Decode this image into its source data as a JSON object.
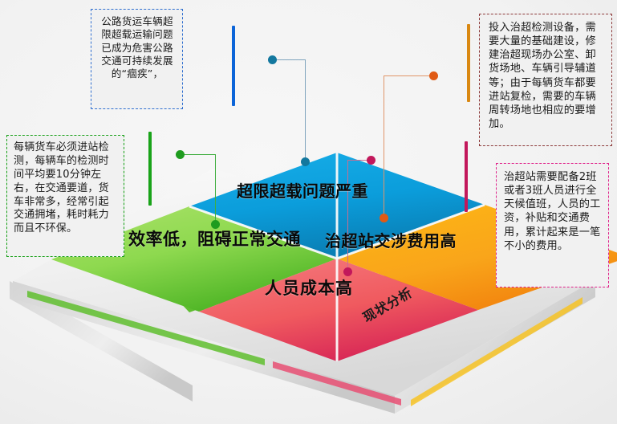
{
  "slide": {
    "base_label": "现状分析"
  },
  "diagram": {
    "type": "3d-isometric-four-quadrant",
    "tiles": [
      {
        "id": "top",
        "label": "超限超载问题严重",
        "color": "#0b9ddb",
        "position": "north"
      },
      {
        "id": "left",
        "label": "效率低，阻碍正常交通",
        "color": "#8ed94f",
        "position": "west"
      },
      {
        "id": "right",
        "label": "治超站交涉费用高",
        "color": "#f9a51a",
        "position": "east"
      },
      {
        "id": "bottom",
        "label": "人员成本高",
        "color": "#f05a5f",
        "position": "south"
      }
    ]
  },
  "callouts": [
    {
      "id": "top-left",
      "accent": "#0b64d8",
      "border": "#2f6fd0",
      "text": "公路货运车辆超限超载运输问题已成为危害公路交通可持续发展的“痼疾”，"
    },
    {
      "id": "top-right",
      "accent": "#d98812",
      "border": "#8d3a3a",
      "text": "投入治超检测设备，需要大量的基础建设，修建治超现场办公室、卸货场地、车辆引导辅道等；由于每辆货车都要进站复检，需要的车辆周转场地也相应的要增加。"
    },
    {
      "id": "left",
      "accent": "#19a319",
      "border": "#16a016",
      "text": "每辆货车必须进站检测，每辆车的检测时间平均要10分钟左右，在交通要道，货车非常多，经常引起交通拥堵，耗时耗力而且不环保。"
    },
    {
      "id": "right",
      "accent": "#c2185b",
      "border": "#e0248b",
      "text": "治超站需要配备2班或者3班人员进行全天候值班，人员的工资，补贴和交通费用，累计起来是一笔不小的费用。"
    }
  ]
}
